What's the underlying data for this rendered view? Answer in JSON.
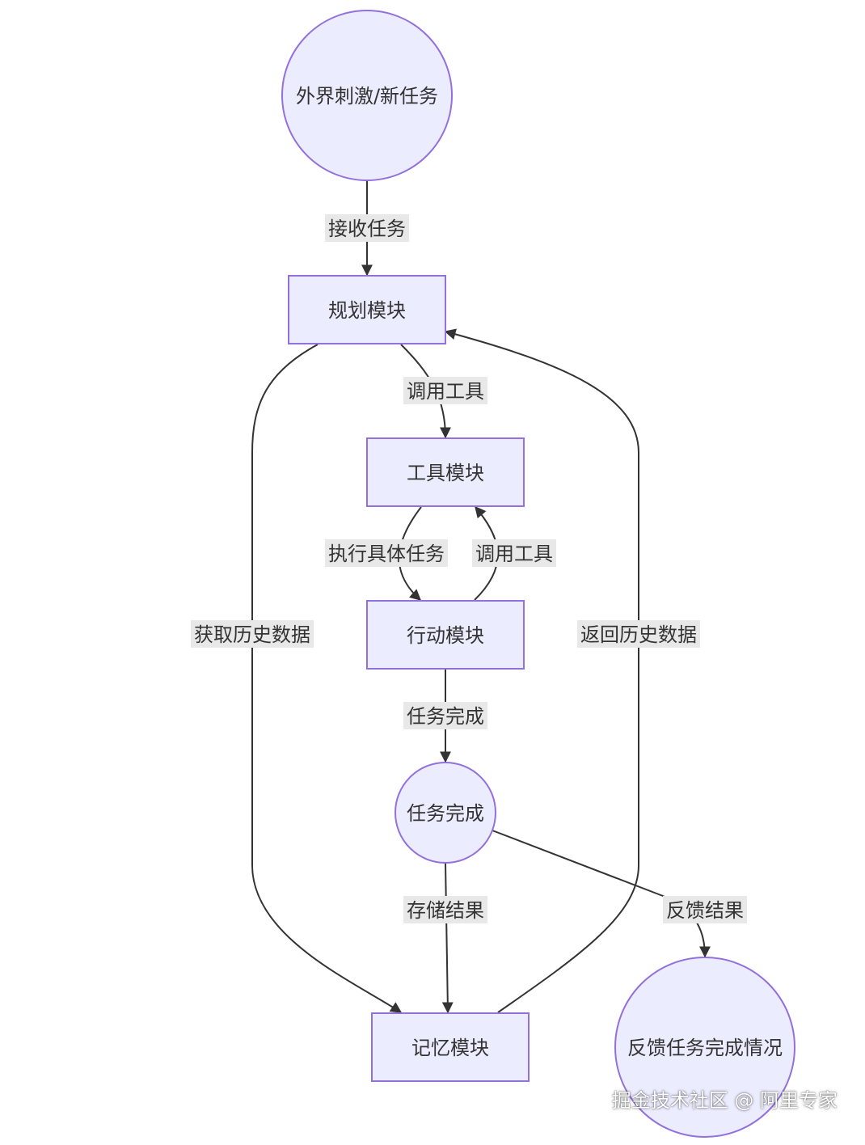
{
  "nodes": {
    "stimulus": "外界刺激/新任务",
    "planning": "规划模块",
    "tool": "工具模块",
    "action": "行动模块",
    "task_done": "任务完成",
    "memory": "记忆模块",
    "feedback": "反馈任务完成情况"
  },
  "edges": {
    "receive_task": "接收任务",
    "call_tool_1": "调用工具",
    "execute_task": "执行具体任务",
    "call_tool_2": "调用工具",
    "task_complete": "任务完成",
    "get_history": "获取历史数据",
    "return_history": "返回历史数据",
    "store_result": "存储结果",
    "feedback_result": "反馈结果"
  },
  "watermark": "掘金技术社区 @ 阿里专家",
  "colors": {
    "node_fill": "#ECECFF",
    "node_stroke": "#9370DB",
    "edge": "#333333",
    "label_bg": "#E8E8E8"
  }
}
